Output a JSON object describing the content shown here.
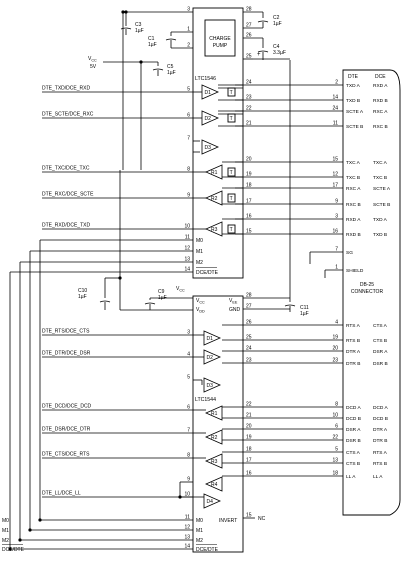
{
  "chips": {
    "upper": {
      "name": "LTC1546",
      "pump_label_1": "CHARGE",
      "pump_label_2": "PUMP",
      "pins_left": [
        "3",
        "1",
        "2",
        "5",
        "6",
        "7",
        "8",
        "9",
        "10",
        "11",
        "12",
        "13",
        "14"
      ],
      "pins_right": [
        "28",
        "27",
        "26",
        "25",
        "24",
        "23",
        "22",
        "21",
        "20",
        "19",
        "18",
        "17",
        "16",
        "15"
      ]
    },
    "lower": {
      "name": "LTC1544",
      "pins_left": [
        "3",
        "4",
        "5",
        "6",
        "7",
        "8",
        "9",
        "10",
        "11",
        "12",
        "13",
        "14"
      ],
      "pins_right": [
        "28",
        "27",
        "26",
        "25",
        "24",
        "23",
        "22",
        "21",
        "20",
        "19",
        "18",
        "17",
        "16",
        "15"
      ],
      "invert_label": "INVERT",
      "nc_label": "NC"
    }
  },
  "components": {
    "c1": {
      "name": "C1",
      "value": "1µF"
    },
    "c2": {
      "name": "C2",
      "value": "1µF"
    },
    "c3": {
      "name": "C3",
      "value": "1µF"
    },
    "c4": {
      "name": "C4",
      "value": "3.3µF"
    },
    "c5": {
      "name": "C5",
      "value": "1µF"
    },
    "c9": {
      "name": "C9",
      "value": "1µF"
    },
    "c10": {
      "name": "C10",
      "value": "1µF"
    },
    "c11": {
      "name": "C11",
      "value": "1µF"
    }
  },
  "supply": {
    "vcc_label": "V",
    "vcc_sub": "CC",
    "vcc_value": "5V",
    "vcc2_label": "V",
    "vcc2_sub": "CC",
    "vee_label": "V",
    "vee_sub": "EE",
    "gnd_label": "GND",
    "pin_vcc": "V",
    "pin_vcc_sub": "CC",
    "pin_vdd": "V",
    "pin_vdd_sub": "DD"
  },
  "upper_signals": [
    {
      "label": "DTE_TXD/DCE_RXD",
      "pin": "5",
      "gate": "D1"
    },
    {
      "label": "DTE_SCTE/DCE_RXC",
      "pin": "6",
      "gate": "D2"
    },
    {
      "label": "DTE_TXC/DCE_TXC",
      "pin": "8",
      "gate": "R1"
    },
    {
      "label": "DTE_RXC/DCE_SCTE",
      "pin": "9",
      "gate": "R2"
    },
    {
      "label": "DTE_RXD/DCE_TXD",
      "pin": "10",
      "gate": "R3"
    }
  ],
  "upper_misc_gates": [
    "D3"
  ],
  "lower_signals": [
    {
      "label": "DTE_RTS/DCE_CTS",
      "pin": "3",
      "gate": "D1"
    },
    {
      "label": "DTE_DTR/DCE_DSR",
      "pin": "4",
      "gate": "D2"
    },
    {
      "label": "DTE_DCD/DCE_DCD",
      "pin": "6",
      "gate": "R1"
    },
    {
      "label": "DTE_DSR/DCE_DTR",
      "pin": "7",
      "gate": "R2"
    },
    {
      "label": "DTE_CTS/DCE_RTS",
      "pin": "8",
      "gate": "R3"
    },
    {
      "label": "DTE_LL/DCE_LL",
      "pin": "10",
      "gate": "R4"
    }
  ],
  "lower_misc_gates": [
    "D3",
    "D4"
  ],
  "mode_pins_upper": [
    "M0",
    "M1",
    "M2",
    "DCE/DTE"
  ],
  "mode_pins_lower": [
    "M0",
    "M1",
    "M2",
    "DCE/DTE"
  ],
  "mode_inputs": [
    "M0",
    "M1",
    "M2",
    "DCE/DTE"
  ],
  "connector": {
    "header_dte": "DTE",
    "header_dce": "DCE",
    "title_1": "DB-25",
    "title_2": "CONNECTOR",
    "shield": "SHIELD",
    "sg": "SG",
    "rows": [
      {
        "pin": "2",
        "dte": "TXD A",
        "dce": "RXD A"
      },
      {
        "pin": "14",
        "dte": "TXD B",
        "dce": "RXD B"
      },
      {
        "pin": "24",
        "dte": "SCTE A",
        "dce": "RXC A"
      },
      {
        "pin": "11",
        "dte": "SCTE B",
        "dce": "RXC B"
      },
      {
        "pin": "15",
        "dte": "TXC A",
        "dce": "TXC A"
      },
      {
        "pin": "12",
        "dte": "TXC B",
        "dce": "TXC B"
      },
      {
        "pin": "17",
        "dte": "RXC A",
        "dce": "SCTE A"
      },
      {
        "pin": "9",
        "dte": "RXC B",
        "dce": "SCTE B"
      },
      {
        "pin": "3",
        "dte": "RXD A",
        "dce": "TXD A"
      },
      {
        "pin": "16",
        "dte": "RXD B",
        "dce": "TXD B"
      },
      {
        "pin": "7",
        "dte": "SG",
        "dce": ""
      },
      {
        "pin": "1",
        "dte": "SHIELD",
        "dce": ""
      },
      {
        "pin": "4",
        "dte": "RTS A",
        "dce": "CTS A"
      },
      {
        "pin": "19",
        "dte": "RTS B",
        "dce": "CTS B"
      },
      {
        "pin": "20",
        "dte": "DTR A",
        "dce": "DSR A"
      },
      {
        "pin": "23",
        "dte": "DTR B",
        "dce": "DSR B"
      },
      {
        "pin": "8",
        "dte": "DCD A",
        "dce": "DCD A"
      },
      {
        "pin": "10",
        "dte": "DCD B",
        "dce": "DCD B"
      },
      {
        "pin": "6",
        "dte": "DSR A",
        "dce": "DTR A"
      },
      {
        "pin": "22",
        "dte": "DSR B",
        "dce": "DTR B"
      },
      {
        "pin": "5",
        "dte": "CTS A",
        "dce": "RTS A"
      },
      {
        "pin": "13",
        "dte": "CTS B",
        "dce": "RTS B"
      },
      {
        "pin": "18",
        "dte": "LL A",
        "dce": "LL A"
      }
    ]
  },
  "colors": {
    "ink": "#000000",
    "paper": "#ffffff"
  }
}
